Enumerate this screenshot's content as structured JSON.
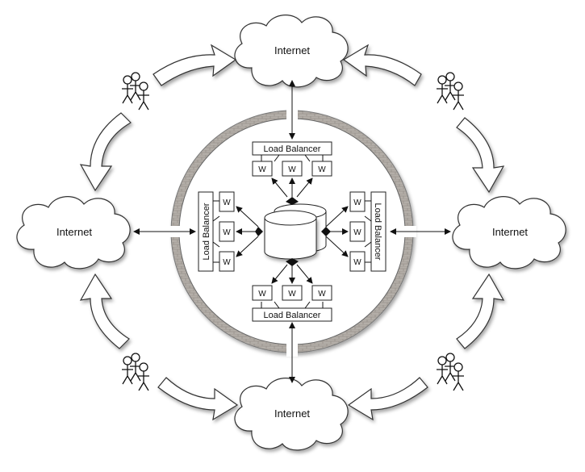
{
  "internet_label": "Internet",
  "load_balancer_label": "Load Balancer",
  "worker_label": "W",
  "colors": {
    "stroke": "#222222",
    "wall": "#a8a39d",
    "background": "#ffffff"
  },
  "icons": [
    "cloud-icon",
    "users-icon",
    "database-icon",
    "curved-arrow-icon"
  ]
}
